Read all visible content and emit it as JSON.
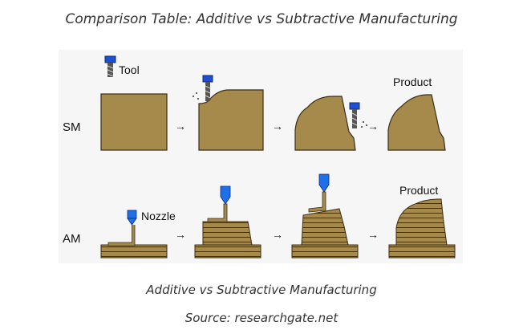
{
  "header": {
    "title": "Comparison Table: Additive vs Subtractive Manufacturing"
  },
  "diagram": {
    "rows": {
      "sm": "SM",
      "am": "AM"
    },
    "labels": {
      "tool": "Tool",
      "nozzle": "Nozzle",
      "product_sm": "Product",
      "product_am": "Product"
    },
    "colors": {
      "material": "#a58a4c",
      "material_stroke": "#3b2f16",
      "tool_blue": "#1f4fd1",
      "figure_bg": "#f6f6f6"
    }
  },
  "caption": {
    "text": "Additive vs Subtractive Manufacturing"
  },
  "source": {
    "text": "Source: researchgate.net"
  }
}
